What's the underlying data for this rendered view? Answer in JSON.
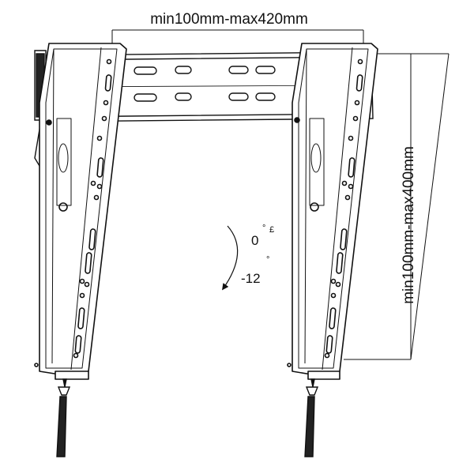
{
  "dimensions": {
    "horizontal_label": "min100mm-max420mm",
    "vertical_label": "min100mm-max400mm"
  },
  "tilt": {
    "zero_label": "0",
    "degree_top": "°",
    "degree_glyph": "£",
    "minus_label": "-12",
    "degree_bottom": "°"
  },
  "colors": {
    "ink": "#111111",
    "paper": "#ffffff"
  }
}
